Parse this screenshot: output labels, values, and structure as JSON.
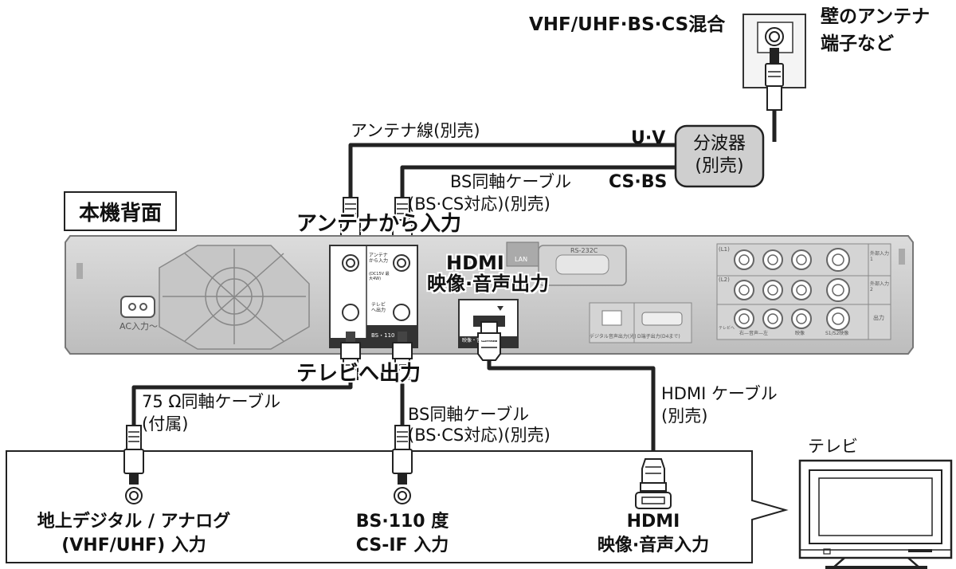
{
  "wall": {
    "source_label": "VHF/UHF·BS·CS混合",
    "caption_line1": "壁のアンテナ",
    "caption_line2": "端子など"
  },
  "splitter": {
    "line1": "分波器",
    "line2": "(別売)",
    "out_uv": "U·V",
    "out_csbs": "CS·BS"
  },
  "cables": {
    "antenna_line": "アンテナ線(別売)",
    "bs_coax_top_line1": "BS同軸ケーブル",
    "bs_coax_top_line2": "(BS·CS対応)(別売)",
    "coax_75_line1": "75 Ω同軸ケーブル",
    "coax_75_line2": "(付属)",
    "bs_coax_bottom_line1": "BS同軸ケーブル",
    "bs_coax_bottom_line2": "(BS·CS対応)(別売)",
    "hdmi_line1": "HDMI ケーブル",
    "hdmi_line2": "(別売)"
  },
  "recorder": {
    "back_label": "本機背面",
    "antenna_in": "アンテナから入力",
    "tv_out": "テレビへ出力",
    "hdmi_out_line1": "HDMI",
    "hdmi_out_line2": "映像·音声出力",
    "ac_in": "AC入力～",
    "lan": "LAN",
    "rs232c": "RS-232C",
    "digital_audio": "デジタル音声出力(光)",
    "d_terminal": "D端子出力(D4まで)",
    "input_l1": "(L1)",
    "input_l2": "(L2)",
    "ext_in1": "外部入力1",
    "ext_in2": "外部入力2",
    "out": "出力",
    "right_left_audio": "右—音声—左",
    "video": "映像",
    "s1s2_video": "S1/S2映像",
    "tv_small": "テレビへ",
    "panel_ant_in": "アンテナから入力",
    "panel_dc": "(DC15V 最大4W)",
    "panel_tv_out": "テレビへ出力",
    "panel_bs110": "BS・110",
    "panel_av_out": "映像・音声出力"
  },
  "tv": {
    "label": "テレビ",
    "input_terrestrial_line1": "地上デジタル / アナログ",
    "input_terrestrial_line2": "(VHF/UHF) 入力",
    "input_bs_line1": "BS·110 度",
    "input_bs_line2": "CS-IF 入力",
    "input_hdmi_line1": "HDMI",
    "input_hdmi_line2": "映像·音声入力"
  }
}
